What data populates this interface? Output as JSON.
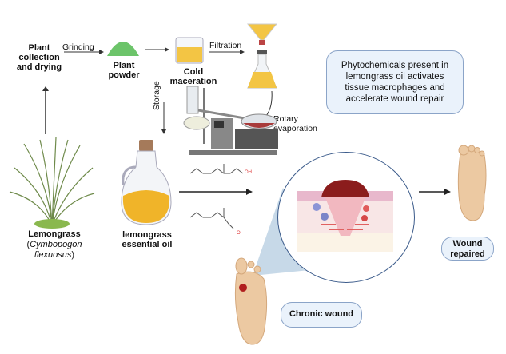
{
  "steps": {
    "plant_collection": "Plant collection and drying",
    "plant_collection_lines": [
      "Plant",
      "collection",
      "and drying"
    ],
    "grinding": "Grinding",
    "plant_powder_lines": [
      "Plant",
      "powder"
    ],
    "cold_maceration_lines": [
      "Cold",
      "maceration"
    ],
    "filtration": "Filtration",
    "rotary_lines": [
      "Rotary",
      "evaporation"
    ],
    "storage": "Storage"
  },
  "lemongrass": {
    "name": "Lemongrass",
    "species_open": "(",
    "species": "Cymbopogon flexuosus",
    "species_close": ")"
  },
  "oil_lines": [
    "lemongrass",
    "essential oil"
  ],
  "molecules": {
    "geraniol_group": "OH",
    "citral_group": "O"
  },
  "info_box": {
    "lines": [
      "Phytochemicals present in",
      "lemongrass oil activates",
      "tissue macrophages and",
      "accelerate wound repair"
    ]
  },
  "badges": {
    "chronic": "Chronic wound",
    "repaired_lines": [
      "Wound",
      "repaired"
    ]
  },
  "colors": {
    "powder": "#6cc46a",
    "oil": "#f0b429",
    "wound": "#8b1c1c",
    "pill_border": "#8ba4c8",
    "pill_bg": "#eaf2fb",
    "skin": "#ecc9a2"
  }
}
